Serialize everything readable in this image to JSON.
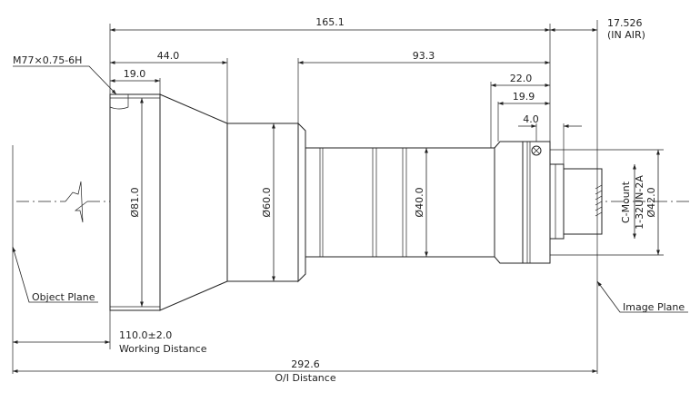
{
  "dimensions": {
    "overall_length": "165.1",
    "back_focal": "17.526",
    "back_focal_note": "(IN AIR)",
    "front_length": "44.0",
    "front_barrel": "19.0",
    "rear_length": "93.3",
    "rear_a": "22.0",
    "rear_b": "19.9",
    "rear_c": "4.0",
    "thread": "M77×0.75-6H",
    "dia_front": "Ø81.0",
    "dia_mid": "Ø60.0",
    "dia_rear": "Ø40.0",
    "dia_mount": "Ø42.0",
    "mount_type": "C-Mount",
    "mount_thread": "1-32UN-2A",
    "working_distance": "110.0±2.0",
    "oi_distance": "292.6"
  },
  "labels": {
    "object_plane": "Object Plane",
    "image_plane": "Image Plane",
    "working_distance": "Working Distance",
    "oi_distance": "O/I Distance"
  }
}
